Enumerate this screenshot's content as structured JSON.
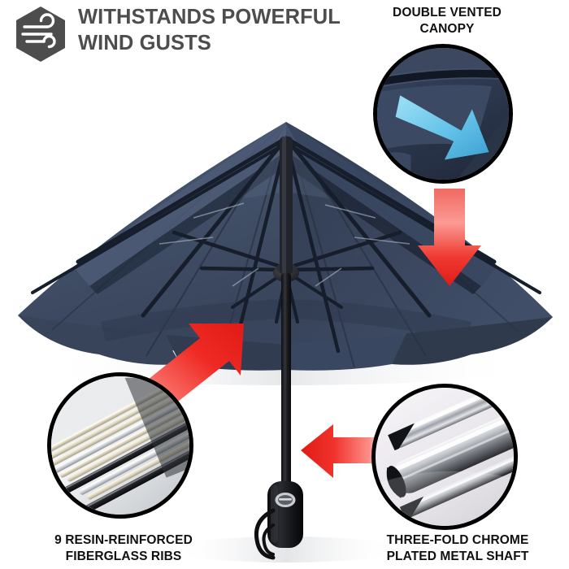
{
  "header": {
    "icon": "wind-gust-hexagon-icon",
    "icon_badge_color": "#4d4d4d",
    "headline": "WITHSTANDS POWERFUL\nWIND GUSTS",
    "headline_color": "#4d4d4d"
  },
  "callouts": [
    {
      "id": "double-vented-canopy",
      "label": "DOUBLE VENTED\nCANOPY",
      "inset": "canopy-vent-closeup",
      "arrow": {
        "direction": "down",
        "color_start": "#ff7b6e",
        "color_end": "#e8201c"
      }
    },
    {
      "id": "fiberglass-ribs",
      "label": "9 RESIN-REINFORCED\nFIBERGLASS RIBS",
      "inset": "fiberglass-ribs-closeup",
      "arrow": {
        "direction": "up-right",
        "color_start": "#ffffff",
        "color_end": "#e8201c"
      }
    },
    {
      "id": "chrome-shaft",
      "label": "THREE-FOLD CHROME\nPLATED METAL SHAFT",
      "inset": "chrome-shaft-closeup",
      "arrow": {
        "direction": "left",
        "color_start": "#ffffff",
        "color_end": "#e8201c"
      }
    }
  ],
  "product": {
    "name": "navy-folding-umbrella",
    "view": "underside-open",
    "canopy_color": "#3f4d66",
    "canopy_color_dark": "#2f3b52",
    "canopy_color_light": "#56637c",
    "rib_color": "#1b2333",
    "shaft_color": "#15161a",
    "handle_color": "#111114",
    "handle_button_color": "#c9cdd2",
    "rib_count": 9,
    "background": "#ffffff"
  },
  "inset_art": {
    "canopy_vent": {
      "airflow_arrow_color_start": "#7fd4f0",
      "airflow_arrow_color_end": "#3f9fd0",
      "canopy_upper": "#3c4a63",
      "canopy_lower": "#2c3649",
      "vent_gap": "#141a26"
    },
    "fiberglass_ribs": {
      "background_start": "#ffffff",
      "background_end": "#c9ccd0",
      "rod_cream": "#e8e3d2",
      "rod_cream_dark": "#b6ae95",
      "rod_black": "#1a1a1c",
      "rod_silver": "#d8dade"
    },
    "chrome_shaft": {
      "background_start": "#f4f2f5",
      "background_end": "#d9d6dc",
      "chrome_light": "#f2f3f5",
      "chrome_mid": "#a9acb2",
      "chrome_dark": "#1c1d20"
    }
  }
}
